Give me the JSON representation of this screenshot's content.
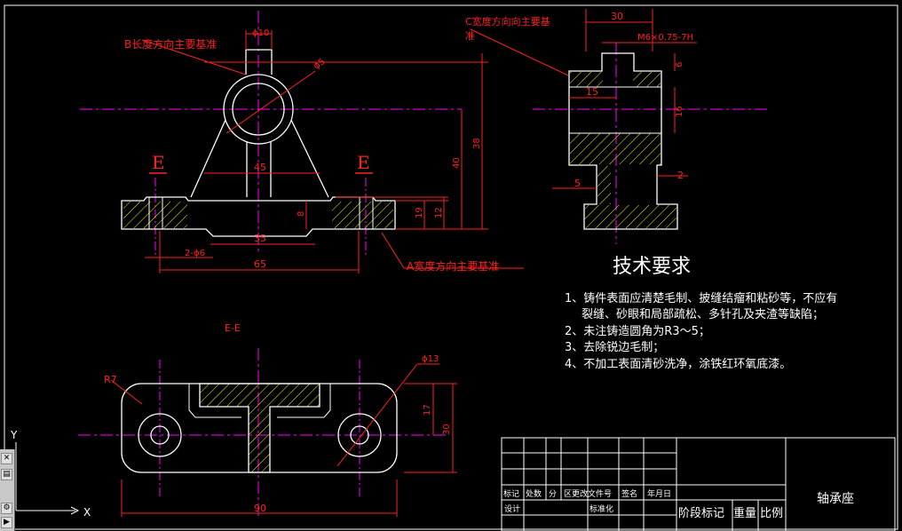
{
  "drawing": {
    "section_label": "E-E",
    "cut_marks": [
      "E",
      "E"
    ],
    "title_cn": "技术要求",
    "requirements": [
      "1、铸件表面应清楚毛制、披缝结瘤和粘砂等，不应有",
      "裂缝、砂眼和局部疏松、多针孔及夹渣等缺陷；",
      "2、未注铸造圆角为R3～5；",
      "3、去除锐边毛制；",
      "4、不加工表面清砂洗净，涂铁红环氧底漆。"
    ],
    "datum_b": "B长度方向主要基准",
    "datum_c_line1": "C宽度方向向主要基",
    "datum_c_line2": "准",
    "datum_a": "A宽度方向主要基准",
    "front_dims": {
      "phi10": "ϕ10",
      "phi_bore": "ϕ5",
      "d45": "45",
      "d35": "35",
      "d65": "65",
      "d38": "38",
      "d40": "40",
      "d19": "19",
      "d12": "12",
      "d8": "8",
      "d2phi": "2-ϕ6"
    },
    "side_dims": {
      "d30": "30",
      "thread": "M6×0.75-7H",
      "d6": "6",
      "d15": "15",
      "d16": "16",
      "d5": "5",
      "d2": "2"
    },
    "plan_dims": {
      "r7": "R7",
      "phi13": "ϕ13",
      "d17": "17",
      "d30": "30",
      "d90": "90"
    }
  },
  "title_block": {
    "part_name": "轴承座",
    "row_labels": [
      "标记",
      "处数",
      "分",
      "区",
      "更改文件号",
      "签名",
      "年月日"
    ],
    "design": "设计",
    "standardize": "标准化",
    "stage_labels": [
      "阶段标记",
      "重量",
      "比例"
    ]
  },
  "ucs": {
    "x_label": "X",
    "y_label": "Y"
  },
  "colors": {
    "outline": "#ffffff",
    "dimension": "#ff2020",
    "center": "#ff00ff",
    "hatch": "#ffff00",
    "datum": "#ff2020"
  }
}
